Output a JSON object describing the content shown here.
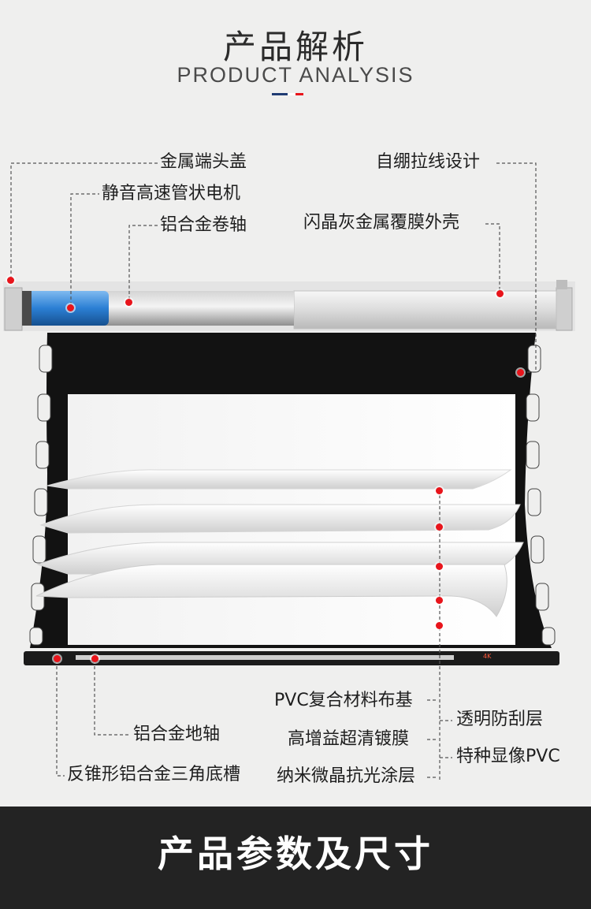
{
  "header": {
    "title_cn": "产品解析",
    "title_en": "PRODUCT ANALYSIS"
  },
  "labels": {
    "metal_end_cap": "金属端头盖",
    "silent_motor": "静音高速管状电机",
    "alu_reel": "铝合金卷轴",
    "self_tension": "自绷拉线设计",
    "shell": "闪晶灰金属覆膜外壳",
    "pvc_base": "PVC复合材料布基",
    "high_gain": "高增益超清镀膜",
    "nano_coating": "纳米微晶抗光涂层",
    "scratch_layer": "透明防刮层",
    "special_pvc": "特种显像PVC",
    "bottom_bar": "铝合金地轴",
    "triangle_slot": "反锥形铝合金三角底槽"
  },
  "product": {
    "badge": "4K"
  },
  "footer": {
    "title": "产品参数及尺寸"
  },
  "colors": {
    "accent_red": "#e8141b",
    "flag_blue": "#1f3b73",
    "footer_bg": "#232323",
    "motor_blue": "#2b7fd4"
  }
}
